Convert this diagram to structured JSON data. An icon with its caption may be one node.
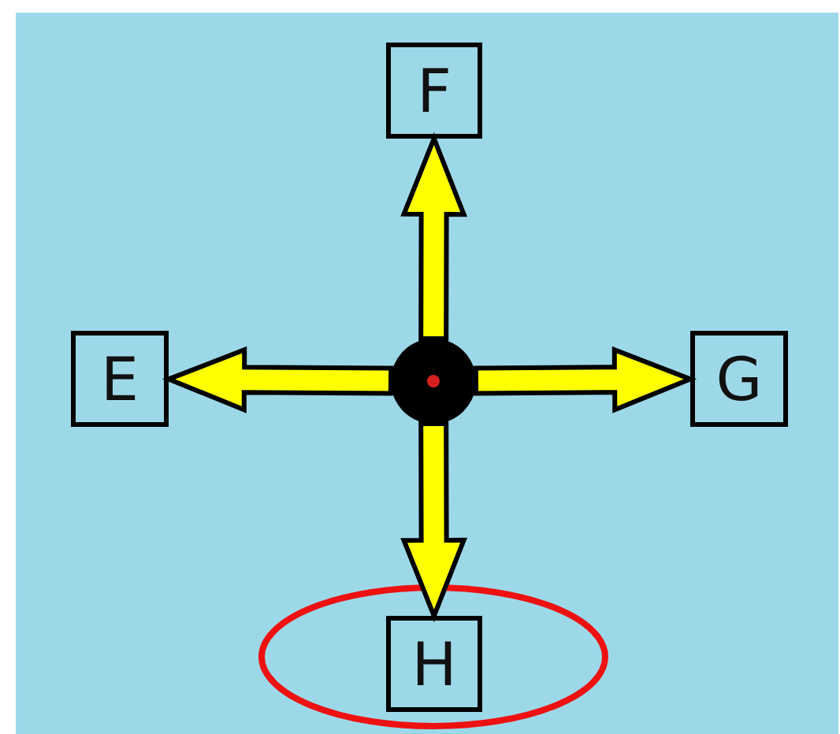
{
  "diagram": {
    "nodes": [
      {
        "text": [
          "F"
        ]
      },
      {
        "text": [
          "E"
        ]
      },
      {
        "text": [],
        "shape": "circle"
      },
      {
        "text": [
          "G"
        ]
      },
      {
        "text": [
          "H"
        ]
      }
    ],
    "edges": [
      {
        "from": 2,
        "to": 0,
        "arrow": "to"
      },
      {
        "from": 2,
        "to": 1,
        "arrow": "to"
      },
      {
        "from": 2,
        "to": 3,
        "arrow": "to"
      },
      {
        "from": 2,
        "to": 4,
        "arrow": "to"
      }
    ]
  }
}
